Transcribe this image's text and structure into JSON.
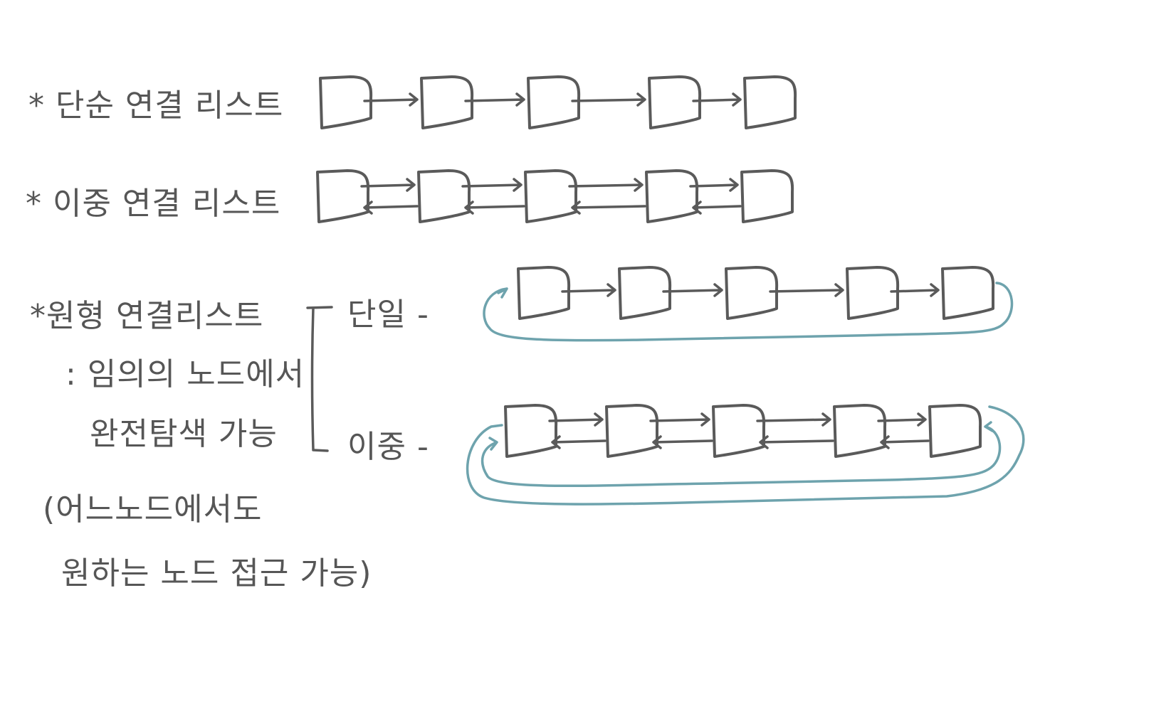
{
  "labels": {
    "singly": "* 단순 연결 리스트",
    "doubly": "* 이중 연결 리스트",
    "circular": "*원형 연결리스트",
    "circular_desc1": ": 임의의 노드에서",
    "circular_desc2": "완전탐색 가능",
    "branch_single": "단일 -",
    "branch_double": "이중 -",
    "note1": "(어느노드에서도",
    "note2": "원하는 노드 접근 가능)"
  },
  "lists": {
    "singly": {
      "nodes": 5,
      "links": "forward"
    },
    "doubly": {
      "nodes": 5,
      "links": "both"
    },
    "circular_single": {
      "nodes": 5,
      "links": "forward",
      "wrap": true
    },
    "circular_double": {
      "nodes": 5,
      "links": "both",
      "wrap": true
    }
  },
  "colors": {
    "ink": "#5a5a5a",
    "loop": "#6ea3ad"
  }
}
